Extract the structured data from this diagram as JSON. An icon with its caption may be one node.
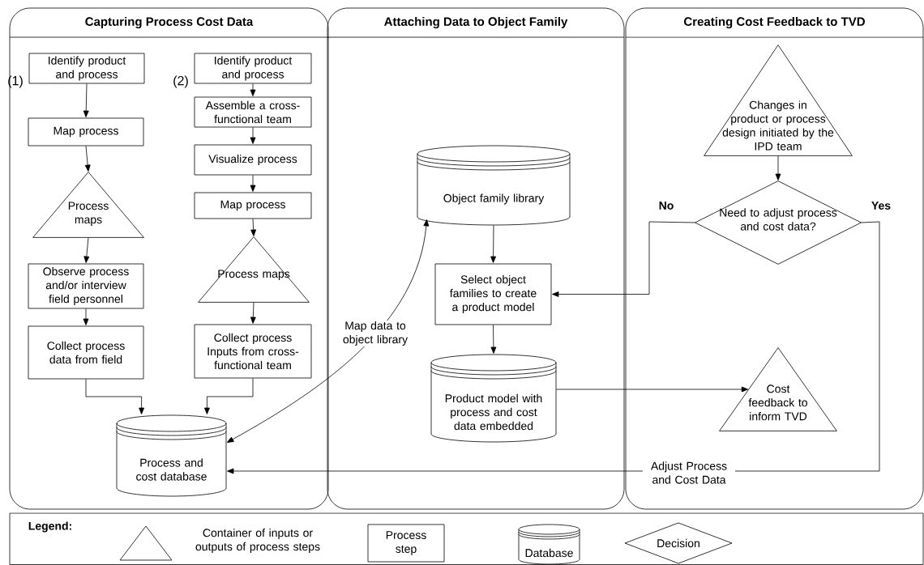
{
  "diagram": {
    "nodes": [
      {
        "text": [
          "Capturing Process Cost Data"
        ]
      },
      {
        "text": [
          "Attaching Data to Object Family"
        ]
      },
      {
        "text": [
          "Creating Cost Feedback to TVD"
        ]
      },
      {
        "text": [
          "Identify product and process"
        ],
        "in": 0
      },
      {
        "text": [
          "Map process"
        ],
        "in": 0
      },
      {
        "text": [
          "Process maps"
        ],
        "in": 0
      },
      {
        "text": [
          "Observe process and/or interview field personnel"
        ],
        "in": 0
      },
      {
        "text": [
          "Collect process data from field"
        ],
        "in": 0
      },
      {
        "text": [
          "Identify product and process"
        ],
        "in": 0
      },
      {
        "text": [
          "Assemble a cross-functional team"
        ],
        "in": 0
      },
      {
        "text": [
          "Visualize process"
        ],
        "in": 0
      },
      {
        "text": [
          "Map process"
        ],
        "in": 0
      },
      {
        "text": [
          "Process maps"
        ],
        "in": 0
      },
      {
        "text": [
          "Collect process Inputs from cross-functional team"
        ],
        "in": 0
      },
      {
        "text": [
          "Process and cost database"
        ],
        "in": 0
      },
      {
        "text": [
          "Object family library"
        ],
        "in": 1
      },
      {
        "text": [
          "Select object families to create a product model"
        ],
        "in": 1
      },
      {
        "text": [
          "Product model with process and cost data embedded"
        ],
        "in": 1
      },
      {
        "text": [
          "Changes in product or process design initiated by the IPD team"
        ],
        "in": 2
      },
      {
        "text": [
          "Need to adjust process and cost data?"
        ],
        "in": 2
      },
      {
        "text": [
          "Cost feedback to inform TVD"
        ],
        "in": 2
      }
    ],
    "edges": [
      {
        "from": 3,
        "to": 4,
        "arrow": "to"
      },
      {
        "from": 4,
        "to": 5,
        "arrow": "to"
      },
      {
        "from": 5,
        "to": 6,
        "arrow": "to"
      },
      {
        "from": 6,
        "to": 7,
        "arrow": "to"
      },
      {
        "from": 7,
        "to": 14,
        "arrow": "to"
      },
      {
        "from": 8,
        "to": 9,
        "arrow": "to"
      },
      {
        "from": 9,
        "to": 10,
        "arrow": "to"
      },
      {
        "from": 10,
        "to": 11,
        "arrow": "to"
      },
      {
        "from": 11,
        "to": 12,
        "arrow": "to"
      },
      {
        "from": 12,
        "to": 13,
        "arrow": "to"
      },
      {
        "from": 13,
        "to": 14,
        "arrow": "to"
      },
      {
        "from": 14,
        "to": 15,
        "arrow": "both",
        "label": "Map data to object library"
      },
      {
        "from": 15,
        "to": 16,
        "arrow": "to"
      },
      {
        "from": 16,
        "to": 17,
        "arrow": "to"
      },
      {
        "from": 17,
        "to": 20,
        "arrow": "to"
      },
      {
        "from": 18,
        "to": 19,
        "arrow": "to"
      },
      {
        "from": 19,
        "to": 16,
        "arrow": "to",
        "label": "No"
      },
      {
        "from": 19,
        "to": 14,
        "arrow": "to",
        "label": "Yes"
      }
    ],
    "labels": [
      "(1)",
      "(2)",
      "Adjust Process and Cost Data",
      "Legend:"
    ],
    "legend": [
      {
        "text": "Container of inputs or outputs of process steps"
      },
      {
        "text": "Process step"
      },
      {
        "text": "Database"
      },
      {
        "text": "Decision"
      }
    ]
  }
}
